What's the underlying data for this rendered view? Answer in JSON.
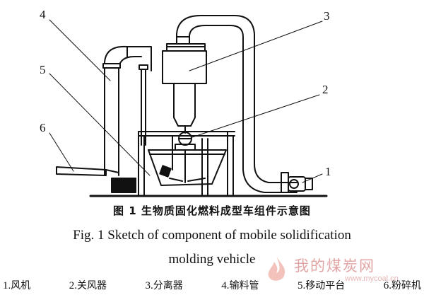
{
  "callouts": {
    "n1": "1",
    "n2": "2",
    "n3": "3",
    "n4": "4",
    "n5": "5",
    "n6": "6"
  },
  "caption": {
    "cn": "图 1   生物质固化燃料成型车组件示意图",
    "en_line1": "Fig. 1   Sketch of component of mobile solidification",
    "en_line2": "molding vehicle"
  },
  "legend": [
    {
      "num": "1.",
      "label": "风机"
    },
    {
      "num": "2.",
      "label": "关风器"
    },
    {
      "num": "3.",
      "label": "分离器"
    },
    {
      "num": "4.",
      "label": "输料管"
    },
    {
      "num": "5.",
      "label": "移动平台"
    },
    {
      "num": "6.",
      "label": "粉碎机"
    }
  ],
  "watermark": {
    "text": "我的煤炭网",
    "url": "www.mycoal.cn"
  },
  "colors": {
    "ink": "#111111",
    "watermark": "#c85a5a"
  }
}
